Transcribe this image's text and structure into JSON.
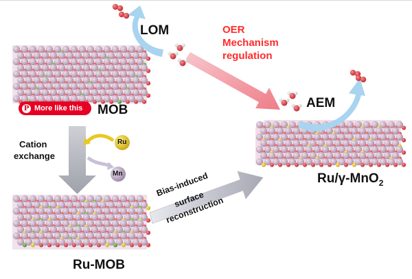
{
  "labels": {
    "lom": "LOM",
    "oer": "OER",
    "mechanism": "Mechanism",
    "regulation": "regulation",
    "aem": "AEM",
    "mob": "MOB",
    "cation": "Cation",
    "exchange": "exchange",
    "ru": "Ru",
    "mn": "Mn",
    "bias1": "Bias-induced",
    "bias2": "surface",
    "bias3": "reconstruction",
    "rumob": "Ru-MOB",
    "product_prefix": "Ru/γ-MnO",
    "product_sub": "2"
  },
  "pin_button": {
    "label": "More like this",
    "logo": "P"
  },
  "colors": {
    "atom_light": "#c9a6c2",
    "atom_red": "#d9414a",
    "atom_green": "#5fa83c",
    "atom_yellow": "#e8c823",
    "accent_red": "#ff2a2a",
    "pin_red": "#e60023",
    "arrow_blue": "#a8d4ef"
  }
}
